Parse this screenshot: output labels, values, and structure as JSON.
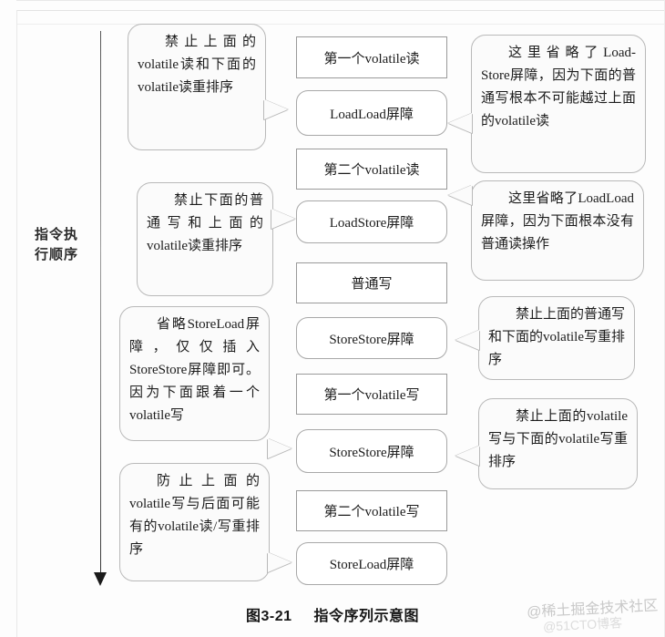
{
  "figure": {
    "caption_number": "图3-21",
    "caption_title": "指令序列示意图",
    "axis_label": "指令执\n行顺序",
    "axis_label_line1": "指令执",
    "axis_label_line2": "行顺序"
  },
  "watermark": {
    "line1": "@稀土掘金技术社区",
    "line2": "@51CTO博客"
  },
  "sequence": [
    {
      "id": "op-first-volatile-read",
      "type": "operation",
      "label": "第一个volatile读"
    },
    {
      "id": "barrier-loadload-1",
      "type": "barrier",
      "label": "LoadLoad屏障"
    },
    {
      "id": "op-second-volatile-read",
      "type": "operation",
      "label": "第二个volatile读"
    },
    {
      "id": "barrier-loadstore",
      "type": "barrier",
      "label": "LoadStore屏障"
    },
    {
      "id": "op-normal-write",
      "type": "operation",
      "label": "普通写"
    },
    {
      "id": "barrier-storestore-1",
      "type": "barrier",
      "label": "StoreStore屏障"
    },
    {
      "id": "op-first-volatile-write",
      "type": "operation",
      "label": "第一个volatile写"
    },
    {
      "id": "barrier-storestore-2",
      "type": "barrier",
      "label": "StoreStore屏障"
    },
    {
      "id": "op-second-volatile-write",
      "type": "operation",
      "label": "第二个volatile写"
    },
    {
      "id": "barrier-storeload",
      "type": "barrier",
      "label": "StoreLoad屏障"
    }
  ],
  "callouts_left": [
    {
      "id": "callout-forbid-volatile-read-reorder",
      "side": "left",
      "target": "barrier-loadload-1",
      "text": "禁止上面的volatile读和下面的volatile读重排序"
    },
    {
      "id": "callout-forbid-normal-write-reorder",
      "side": "left",
      "target": "barrier-loadstore",
      "text": "禁止下面的普通写和上面的volatile读重排序"
    },
    {
      "id": "callout-omit-storeload-insert-storestore",
      "side": "left",
      "target": "barrier-storestore-2",
      "text": "省略StoreLoad屏障，仅仅插入StoreStore屏障即可。因为下面跟着一个volatile写"
    },
    {
      "id": "callout-prevent-volatile-write-reorder",
      "side": "left",
      "target": "barrier-storeload",
      "text": "防止上面的volatile写与后面可能有的volatile读/写重排序"
    }
  ],
  "callouts_right": [
    {
      "id": "callout-omitted-loadstore-barrier",
      "side": "right",
      "target": "barrier-loadload-1",
      "text": "这里省略了Load-Store屏障，因为下面的普通写根本不可能越过上面的volatile读"
    },
    {
      "id": "callout-omitted-loadload-barrier",
      "side": "right",
      "target": "op-second-volatile-read",
      "text": "这里省略了LoadLoad屏障，因为下面根本没有普通读操作"
    },
    {
      "id": "callout-forbid-normal-and-volatile-write-reorder",
      "side": "right",
      "target": "barrier-storestore-1",
      "text": "禁止上面的普通写和下面的volatile写重排序"
    },
    {
      "id": "callout-forbid-volatile-write-volatile-write-reorder",
      "side": "right",
      "target": "barrier-storestore-2",
      "text": "禁止上面的volatile写与下面的volatile写重排序"
    }
  ]
}
